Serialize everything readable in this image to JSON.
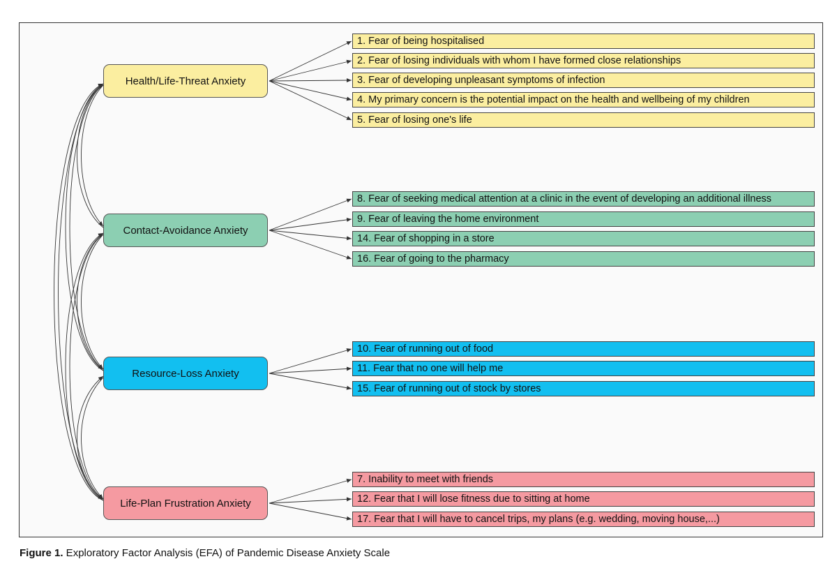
{
  "factors": [
    {
      "label": "Health/Life-Threat Anxiety",
      "color": "#fbeea0",
      "items": [
        "1. Fear of being hospitalised",
        "2. Fear of losing individuals with whom I have formed close relationships",
        "3. Fear of developing unpleasant symptoms of infection",
        "4. My primary concern is the potential impact on the health and wellbeing of my children",
        "5. Fear of losing one's life"
      ]
    },
    {
      "label": "Contact-Avoidance Anxiety",
      "color": "#8ccfb2",
      "items": [
        "8. Fear of seeking medical attention at a clinic in the event of developing an additional illness",
        "9. Fear of leaving the home environment",
        "14. Fear of shopping in a store",
        "16. Fear of going to the pharmacy"
      ]
    },
    {
      "label": "Resource-Loss Anxiety",
      "color": "#12bff0",
      "items": [
        "10. Fear of running out of food",
        "11. Fear that no one will help me",
        "15. Fear of running out of stock by stores"
      ]
    },
    {
      "label": "Life-Plan Frustration Anxiety",
      "color": "#f59aa1",
      "items": [
        "7. Inability to meet with friends",
        "12. Fear that I will lose fitness due to sitting at home",
        "17. Fear that I will have to cancel trips, my plans  (e.g. wedding, moving house,...)"
      ]
    }
  ],
  "caption": {
    "label": "Figure 1.",
    "text": " Exploratory Factor Analysis (EFA) of Pandemic Disease Anxiety Scale"
  }
}
